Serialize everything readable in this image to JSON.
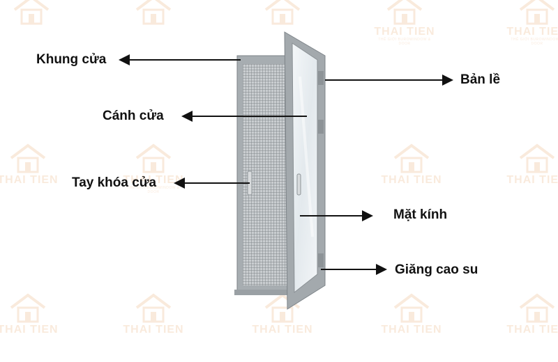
{
  "watermark": {
    "brand": "THAI TIEN",
    "tagline": "THẾ GIỚI BUROWINDOW & DOOR"
  },
  "labels": {
    "khung_cua": "Khung cửa",
    "canh_cua": "Cánh cửa",
    "tay_khoa_cua": "Tay khóa cửa",
    "ban_le": "Bản lề",
    "mat_kinh": "Mặt kính",
    "giang_cao_su": "Giăng cao su"
  },
  "colors": {
    "frame": "#a7adb1",
    "frame_dark": "#7d8388",
    "mesh": "#7f8589",
    "glass": "#e9eef1",
    "arrow": "#111111",
    "watermark": "#e8a264"
  }
}
